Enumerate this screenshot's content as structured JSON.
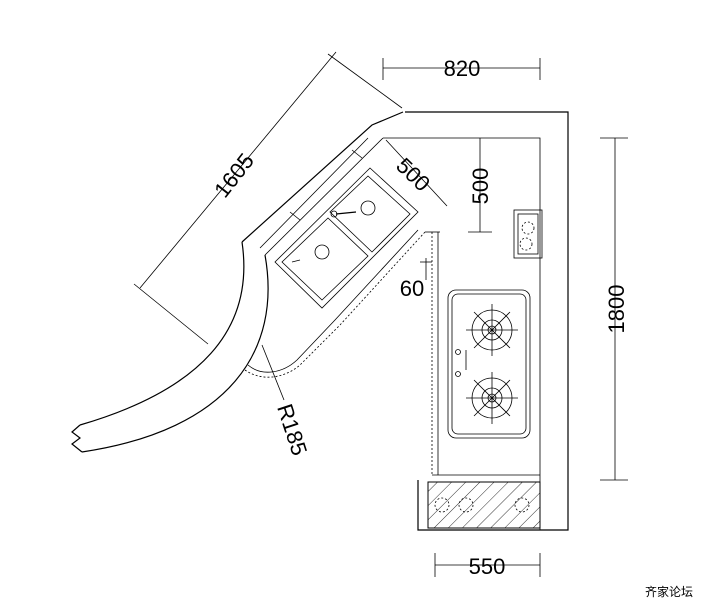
{
  "dimensions": {
    "top_width": "820",
    "bottom_width": "550",
    "right_height": "1800",
    "diagonal_length": "1605",
    "sink_depth": "500",
    "inner_depth": "500",
    "gap": "60",
    "corner_radius": "R185"
  },
  "watermark": "齐家论坛",
  "colors": {
    "line": "#000000",
    "background": "#ffffff"
  }
}
